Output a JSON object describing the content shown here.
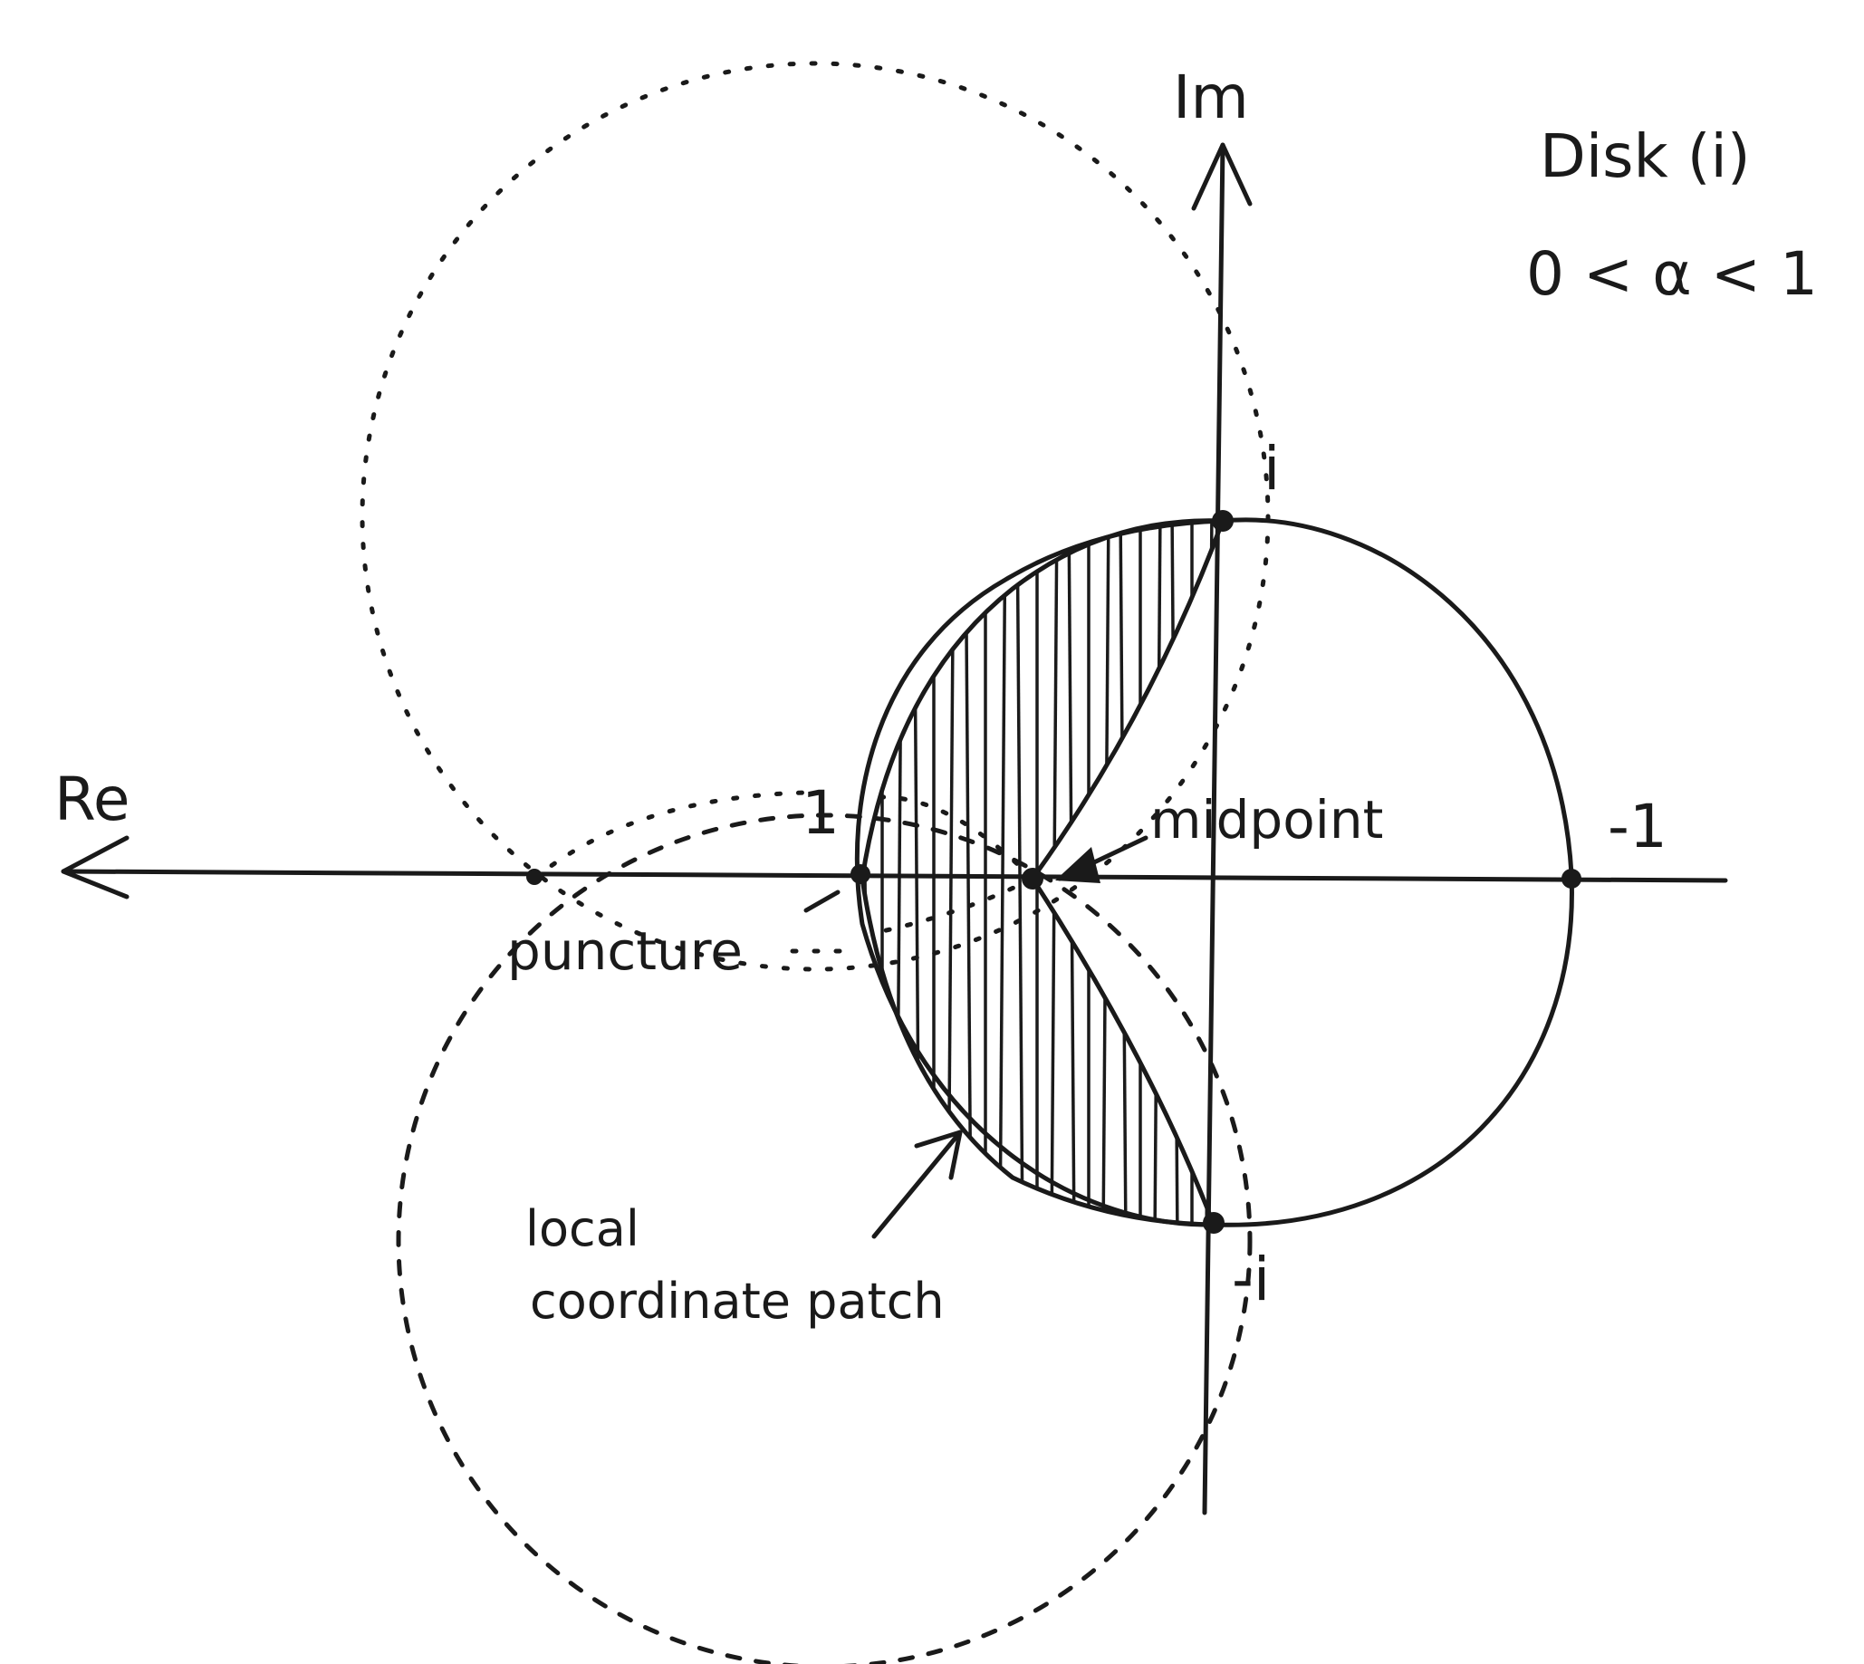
{
  "axes": {
    "real_label": "Re",
    "imag_label": "Im"
  },
  "title": {
    "line1": "Disk (i)",
    "line2": "0 < α < 1"
  },
  "points": {
    "one": "1",
    "minus_one": "-1",
    "i": "i",
    "minus_i": "-i"
  },
  "annotations": {
    "midpoint": "midpoint",
    "puncture": "puncture",
    "patch_line1": "local",
    "patch_line2": "coordinate patch"
  }
}
